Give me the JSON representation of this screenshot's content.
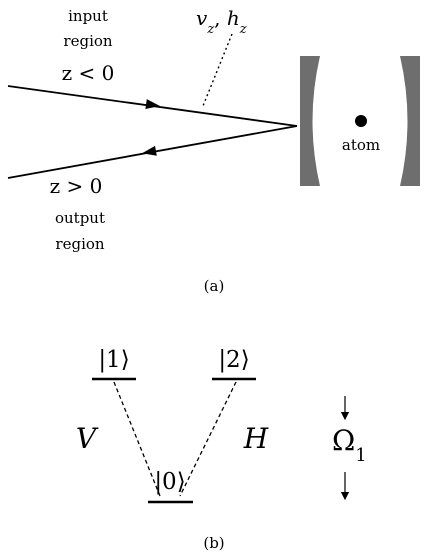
{
  "panel_a": {
    "input_region_line1": "input",
    "input_region_line2": "region",
    "input_condition": "z < 0",
    "mode_label": "v",
    "mode_label_sub": "z",
    "mode_label_sep": ", ",
    "mode_label_b": "h",
    "mode_label_b_sub": "z",
    "output_condition": "z > 0",
    "output_region_line1": "output",
    "output_region_line2": "region",
    "atom_label": "atom",
    "caption": "(a)"
  },
  "panel_b": {
    "level_1": "|1⟩",
    "level_2": "|2⟩",
    "level_0": "|0⟩",
    "transition_v": "V",
    "transition_h": "H",
    "rabi_symbol": "Ω",
    "rabi_sub": "1",
    "caption": "(b)"
  },
  "colors": {
    "ink": "#000000",
    "mirror": "#6e6e6e",
    "background": "#ffffff"
  }
}
